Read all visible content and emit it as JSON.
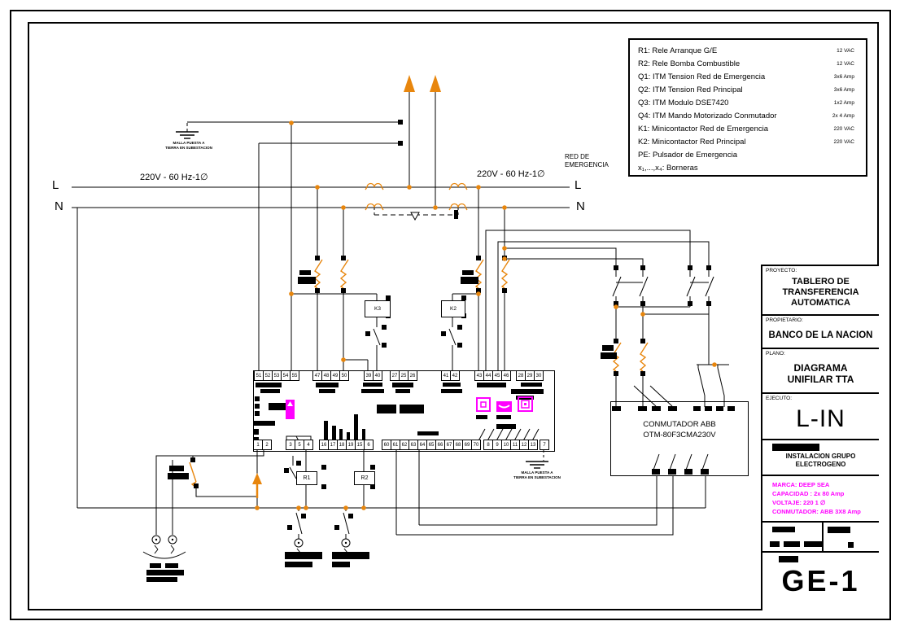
{
  "colors": {
    "accent_orange": "#E8860D",
    "magenta": "#FF00FF",
    "line": "#000000"
  },
  "legend": {
    "items": [
      {
        "label": "R1: Rele Arranque G/E",
        "rating": "12 VAC"
      },
      {
        "label": "R2: Rele Bomba Combustible",
        "rating": "12 VAC"
      },
      {
        "label": "Q1: ITM Tension Red de Emergencia",
        "rating": "3x6 Amp"
      },
      {
        "label": "Q2: ITM Tension Red Principal",
        "rating": "3x6 Amp"
      },
      {
        "label": "Q3: ITM Modulo DSE7420",
        "rating": "1x2 Amp"
      },
      {
        "label": "Q4: ITM Mando Motorizado Conmutador",
        "rating": "2x 4 Amp"
      },
      {
        "label": "K1: Minicontactor  Red de Emergencia",
        "rating": "220 VAC"
      },
      {
        "label": "K2: Minicontactor Red Principal",
        "rating": "220 VAC"
      },
      {
        "label": "PE: Pulsador de Emergencia",
        "rating": ""
      },
      {
        "label": "x₁,...,x₄: Borneras",
        "rating": ""
      }
    ]
  },
  "schematic": {
    "voltage_left": "220V - 60 Hz-1∅",
    "voltage_right": "220V - 60 Hz-1∅",
    "red_emergencia": "RED DE\nEMERGENCIA",
    "phase_l_left": "L",
    "phase_n_left": "N",
    "phase_l_right": "L",
    "phase_n_right": "N",
    "ground_label": "MALLA PUESTA A\nTIERRA EN SUBESTACION",
    "k3": "K3",
    "k2": "K2",
    "r1": "R1",
    "r2": "R2",
    "conmutador_label": "CONMUTADOR ABB\nOTM-80F3CMA230V",
    "terminals_top": [
      [
        "51",
        "52",
        "53",
        "54",
        "55"
      ],
      [
        "47",
        "48",
        "49",
        "50"
      ],
      [
        "39",
        "40"
      ],
      [
        "27",
        "25",
        "26"
      ],
      [
        "41",
        "42"
      ],
      [
        "43",
        "44",
        "45",
        "46"
      ],
      [
        "28",
        "29",
        "30"
      ]
    ],
    "terminals_bottom": [
      [
        "1",
        "2"
      ],
      [
        "3",
        "5",
        "4"
      ],
      [
        "16",
        "17",
        "18",
        "19",
        "15",
        "6"
      ],
      [
        "60",
        "61",
        "62",
        "63",
        "64",
        "65",
        "66",
        "67",
        "68",
        "69",
        "70"
      ],
      [
        "8",
        "9",
        "10",
        "11",
        "12",
        "13"
      ],
      [
        "7"
      ]
    ]
  },
  "titleblock": {
    "proyecto_label": "PROYECTO:",
    "proyecto": "TABLERO DE\nTRANSFERENCIA\nAUTOMATICA",
    "propietario_label": "PROPIETARIO:",
    "propietario": "BANCO DE LA NACION",
    "plano_label": "PLANO:",
    "plano": "DIAGRAMA\nUNIFILAR TTA",
    "ejecuto_label": "EJECUTO:",
    "ejecuto": "L-IN",
    "instalacion": "INSTALACION GRUPO\nELECTROGENO",
    "specs": {
      "marca": "MARCA: DEEP SEA",
      "capacidad": "CAPACIDAD : 2x 80 Amp",
      "voltaje": "VOLTAJE: 220  1 ∅",
      "conmutador": "CONMUTADOR: ABB 3X8 Amp"
    },
    "code": "GE-1"
  }
}
